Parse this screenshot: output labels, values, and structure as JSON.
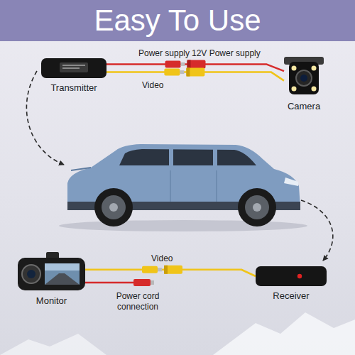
{
  "diagram": {
    "title": "Easy To Use",
    "nodes": [
      {
        "text": [
          "Transmitter"
        ]
      },
      {
        "text": [
          "Camera"
        ]
      },
      {
        "text": [
          "Monitor"
        ]
      },
      {
        "text": [
          "Receiver"
        ]
      }
    ],
    "edges": [
      {
        "from": 0,
        "to": 1,
        "arrow": "none"
      },
      {
        "from": 0,
        "to": 1,
        "arrow": "none"
      },
      {
        "from": 2,
        "to": 3,
        "arrow": "none"
      }
    ],
    "labels": [
      "Power supply",
      "12V Power supply",
      "Video",
      "Video",
      "Power cord connection"
    ]
  }
}
